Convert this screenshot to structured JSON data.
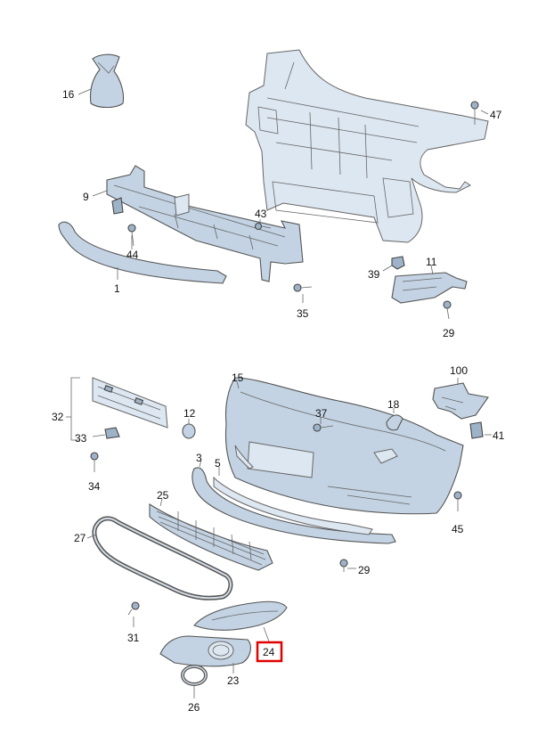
{
  "diagram": {
    "highlight_color": "#e00000",
    "part_color": "#c3d3e3",
    "labels": {
      "p16": "16",
      "p47": "47",
      "p9": "9",
      "p43": "43",
      "p44": "44",
      "p1": "1",
      "p39": "39",
      "p11": "11",
      "p35": "35",
      "p29a": "29",
      "p100": "100",
      "p15": "15",
      "p18": "18",
      "p32": "32",
      "p12": "12",
      "p37": "37",
      "p41": "41",
      "p33": "33",
      "p3": "3",
      "p5": "5",
      "p34": "34",
      "p25": "25",
      "p45": "45",
      "p27": "27",
      "p29b": "29",
      "p31": "31",
      "p24": "24",
      "p23": "23",
      "p26": "26"
    }
  }
}
